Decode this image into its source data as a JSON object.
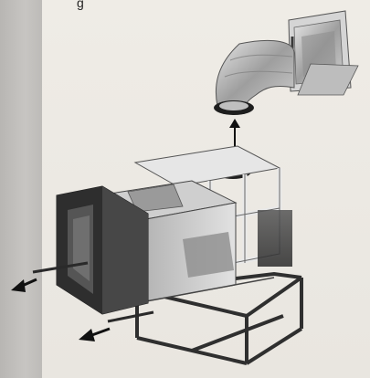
{
  "caption": "g",
  "colors": {
    "wall": "#bdbbb8",
    "background": "#ece9e3",
    "metal_light": "#d9d9d9",
    "metal_mid": "#a8a8a8",
    "metal_dark": "#3c3c3c",
    "frame": "#2f2f2f",
    "arrow": "#111111"
  },
  "icons": [
    "duct-elbow",
    "wall-vent",
    "double-arrow",
    "insert-firebox",
    "outward-arrow"
  ]
}
